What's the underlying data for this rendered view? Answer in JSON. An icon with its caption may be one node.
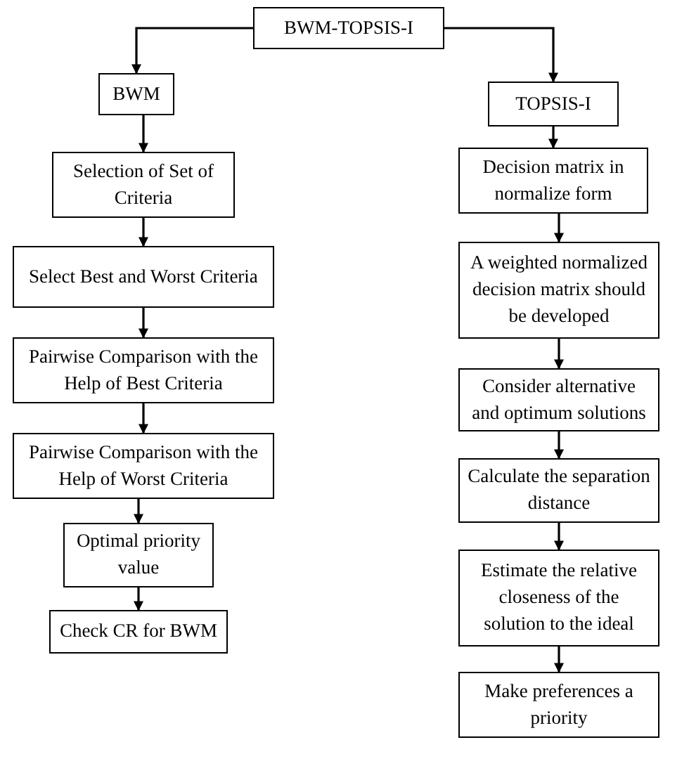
{
  "diagram": {
    "nodes": [
      {
        "text": [
          "BWM-TOPSIS-I"
        ]
      },
      {
        "text": [
          "BWM"
        ]
      },
      {
        "text": [
          "TOPSIS-I"
        ]
      },
      {
        "text": [
          "Selection of Set of Criteria"
        ]
      },
      {
        "text": [
          "Select Best and Worst Criteria"
        ]
      },
      {
        "text": [
          "Pairwise Comparison with the Help of Best Criteria"
        ]
      },
      {
        "text": [
          "Pairwise Comparison with the Help of Worst Criteria"
        ]
      },
      {
        "text": [
          "Optimal priority value"
        ]
      },
      {
        "text": [
          "Check CR for BWM"
        ]
      },
      {
        "text": [
          "Decision matrix in normalize form"
        ]
      },
      {
        "text": [
          "A weighted normalized decision matrix should be developed"
        ]
      },
      {
        "text": [
          "Consider alternative and optimum solutions"
        ]
      },
      {
        "text": [
          "Calculate the separation distance"
        ]
      },
      {
        "text": [
          "Estimate the relative closeness of the solution to the ideal"
        ]
      },
      {
        "text": [
          "Make preferences a priority"
        ]
      }
    ],
    "edges": [
      {
        "from": 0,
        "to": 1,
        "arrow": "to"
      },
      {
        "from": 0,
        "to": 2,
        "arrow": "to"
      },
      {
        "from": 1,
        "to": 3,
        "arrow": "to"
      },
      {
        "from": 3,
        "to": 4,
        "arrow": "to"
      },
      {
        "from": 4,
        "to": 5,
        "arrow": "to"
      },
      {
        "from": 5,
        "to": 6,
        "arrow": "to"
      },
      {
        "from": 6,
        "to": 7,
        "arrow": "to"
      },
      {
        "from": 7,
        "to": 8,
        "arrow": "to"
      },
      {
        "from": 2,
        "to": 9,
        "arrow": "to"
      },
      {
        "from": 9,
        "to": 10,
        "arrow": "to"
      },
      {
        "from": 10,
        "to": 11,
        "arrow": "to"
      },
      {
        "from": 11,
        "to": 12,
        "arrow": "to"
      },
      {
        "from": 12,
        "to": 13,
        "arrow": "to"
      },
      {
        "from": 13,
        "to": 14,
        "arrow": "to"
      }
    ]
  }
}
